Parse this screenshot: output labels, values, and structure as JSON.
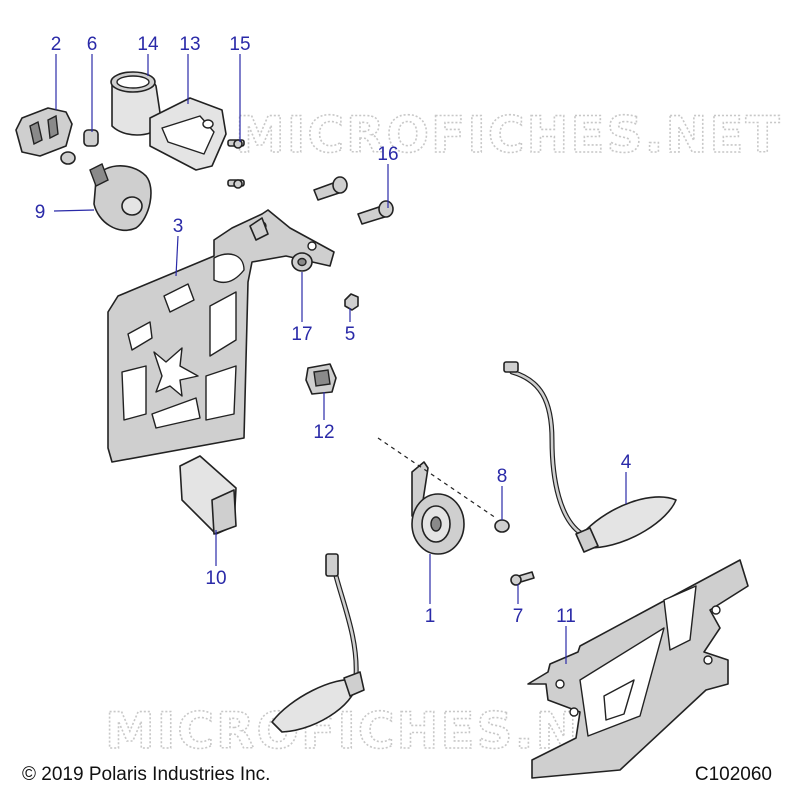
{
  "watermark": "MICROFICHES.NET",
  "footer": {
    "copyright": "© 2019 Polaris Industries Inc.",
    "drawing_id": "C102060"
  },
  "callouts": [
    {
      "id": "c1",
      "label": "1"
    },
    {
      "id": "c2",
      "label": "2"
    },
    {
      "id": "c3",
      "label": "3"
    },
    {
      "id": "c4",
      "label": "4"
    },
    {
      "id": "c5",
      "label": "5"
    },
    {
      "id": "c6",
      "label": "6"
    },
    {
      "id": "c7",
      "label": "7"
    },
    {
      "id": "c8",
      "label": "8"
    },
    {
      "id": "c9",
      "label": "9"
    },
    {
      "id": "c10",
      "label": "10"
    },
    {
      "id": "c11",
      "label": "11"
    },
    {
      "id": "c12",
      "label": "12"
    },
    {
      "id": "c13",
      "label": "13"
    },
    {
      "id": "c14",
      "label": "14"
    },
    {
      "id": "c15",
      "label": "15"
    },
    {
      "id": "c16",
      "label": "16"
    },
    {
      "id": "c17",
      "label": "17"
    }
  ],
  "colors": {
    "callout": "#2a2aa8",
    "line": "#222222",
    "part_fill": "#cfcfcf",
    "watermark": "#c8c8c8"
  }
}
